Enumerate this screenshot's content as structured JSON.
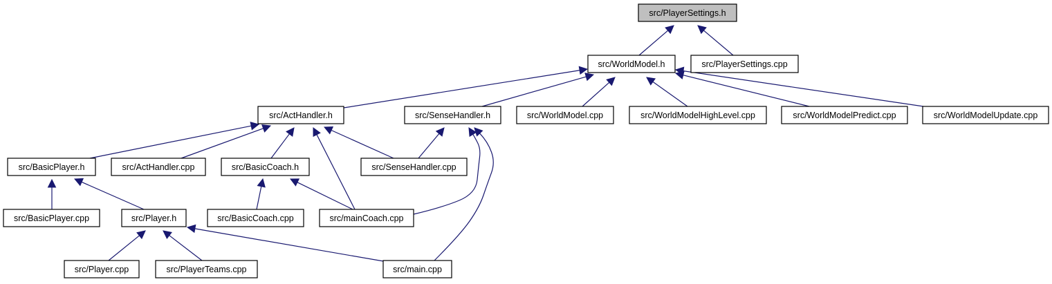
{
  "graph": {
    "colors": {
      "edge": "#191970",
      "node_fill": "#ffffff",
      "root_fill": "#bfbfbf",
      "border": "#000000"
    },
    "nodes": [
      {
        "id": "ps_h",
        "label": "src/PlayerSettings.h",
        "root": true
      },
      {
        "id": "wm_h",
        "label": "src/WorldModel.h"
      },
      {
        "id": "ps_cpp",
        "label": "src/PlayerSettings.cpp"
      },
      {
        "id": "ah_h",
        "label": "src/ActHandler.h"
      },
      {
        "id": "sh_h",
        "label": "src/SenseHandler.h"
      },
      {
        "id": "wm_cpp",
        "label": "src/WorldModel.cpp"
      },
      {
        "id": "wmhl",
        "label": "src/WorldModelHighLevel.cpp"
      },
      {
        "id": "wmp",
        "label": "src/WorldModelPredict.cpp"
      },
      {
        "id": "wmu",
        "label": "src/WorldModelUpdate.cpp"
      },
      {
        "id": "bp_h",
        "label": "src/BasicPlayer.h"
      },
      {
        "id": "ah_cpp",
        "label": "src/ActHandler.cpp"
      },
      {
        "id": "bc_h",
        "label": "src/BasicCoach.h"
      },
      {
        "id": "sh_cpp",
        "label": "src/SenseHandler.cpp"
      },
      {
        "id": "bp_cpp",
        "label": "src/BasicPlayer.cpp"
      },
      {
        "id": "p_h",
        "label": "src/Player.h"
      },
      {
        "id": "bc_cpp",
        "label": "src/BasicCoach.cpp"
      },
      {
        "id": "mc_cpp",
        "label": "src/mainCoach.cpp"
      },
      {
        "id": "p_cpp",
        "label": "src/Player.cpp"
      },
      {
        "id": "pt_cpp",
        "label": "src/PlayerTeams.cpp"
      },
      {
        "id": "m_cpp",
        "label": "src/main.cpp"
      }
    ],
    "edges": [
      {
        "from": "wm_h",
        "to": "ps_h"
      },
      {
        "from": "ps_cpp",
        "to": "ps_h"
      },
      {
        "from": "ah_h",
        "to": "wm_h"
      },
      {
        "from": "sh_h",
        "to": "wm_h"
      },
      {
        "from": "wm_cpp",
        "to": "wm_h"
      },
      {
        "from": "wmhl",
        "to": "wm_h"
      },
      {
        "from": "wmp",
        "to": "wm_h"
      },
      {
        "from": "wmu",
        "to": "wm_h"
      },
      {
        "from": "bp_h",
        "to": "ah_h"
      },
      {
        "from": "ah_cpp",
        "to": "ah_h"
      },
      {
        "from": "bc_h",
        "to": "ah_h"
      },
      {
        "from": "sh_cpp",
        "to": "ah_h"
      },
      {
        "from": "mc_cpp",
        "to": "ah_h"
      },
      {
        "from": "sh_cpp",
        "to": "sh_h"
      },
      {
        "from": "mc_cpp",
        "to": "sh_h"
      },
      {
        "from": "m_cpp",
        "to": "sh_h"
      },
      {
        "from": "bp_cpp",
        "to": "bp_h"
      },
      {
        "from": "p_h",
        "to": "bp_h"
      },
      {
        "from": "bc_cpp",
        "to": "bc_h"
      },
      {
        "from": "mc_cpp",
        "to": "bc_h"
      },
      {
        "from": "p_cpp",
        "to": "p_h"
      },
      {
        "from": "pt_cpp",
        "to": "p_h"
      },
      {
        "from": "m_cpp",
        "to": "p_h"
      }
    ]
  }
}
